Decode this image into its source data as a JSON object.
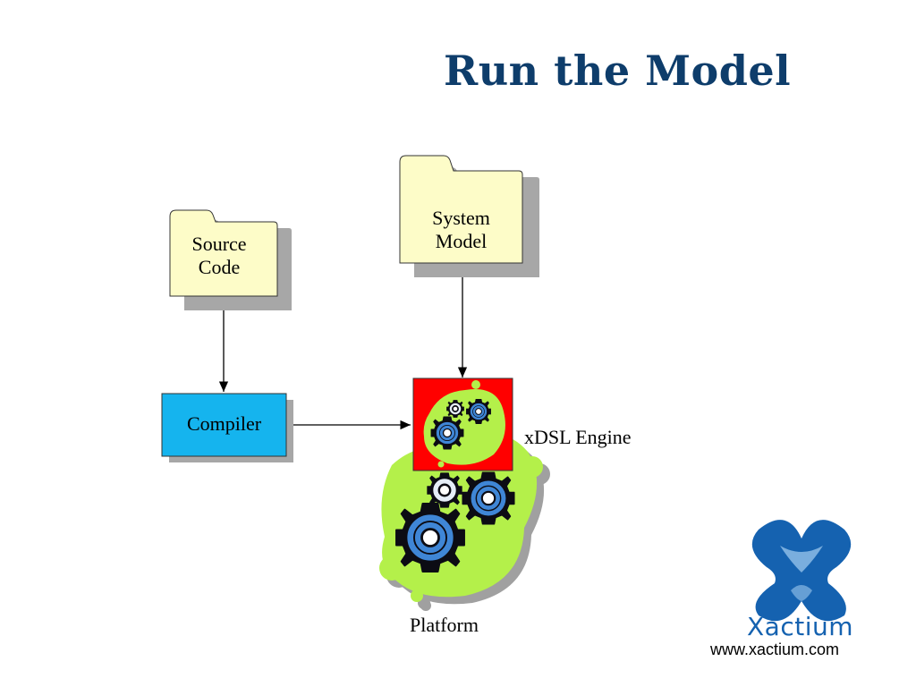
{
  "slide": {
    "title": "Run the Model",
    "colors": {
      "title": "#0e3d6b",
      "folder": "#fdfcc8",
      "compiler": "#15b4ee",
      "engine_bg": "#ff0000",
      "blob": "#b4f04a",
      "gear_fill": "#3f86d6",
      "brand": "#1562b0"
    }
  },
  "diagram": {
    "nodes": {
      "source_code": {
        "line1": "Source",
        "line2": "Code",
        "shape": "folder"
      },
      "system_model": {
        "line1": "System",
        "line2": "Model",
        "shape": "folder"
      },
      "compiler": {
        "label": "Compiler",
        "shape": "box"
      },
      "xdsl_engine": {
        "label": "xDSL Engine",
        "icon": "gears-icon"
      },
      "platform": {
        "label": "Platform",
        "icon": "gears-icon"
      }
    },
    "edges": [
      {
        "from": "Source Code",
        "to": "Compiler"
      },
      {
        "from": "System Model",
        "to": "xDSL Engine"
      },
      {
        "from": "Compiler",
        "to": "xDSL Engine"
      }
    ]
  },
  "footer": {
    "brand": "Xactium",
    "url": "www.xactium.com",
    "logo_icon": "xactium-logo-icon"
  }
}
